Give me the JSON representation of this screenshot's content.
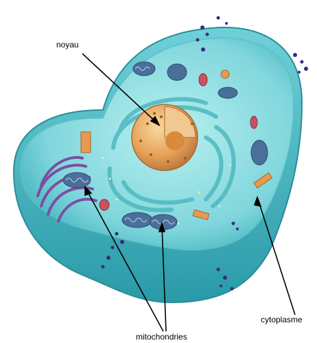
{
  "labels": {
    "nucleus": "noyau",
    "cytoplasm": "cytoplasme",
    "mitochondria": "mitochondries"
  },
  "colors": {
    "cell_membrane": "#3fb8c4",
    "cytoplasm": "#8fe0e4",
    "nucleus": "#e8a860",
    "nucleolus": "#d98a3c",
    "golgi": "#7a4fa0",
    "mitochondria": "#4a6f9a",
    "reticulum": "#5cc6cc",
    "vesicles": "#3a2a80",
    "centriole": "#e89a50",
    "arrow": "#000000"
  }
}
